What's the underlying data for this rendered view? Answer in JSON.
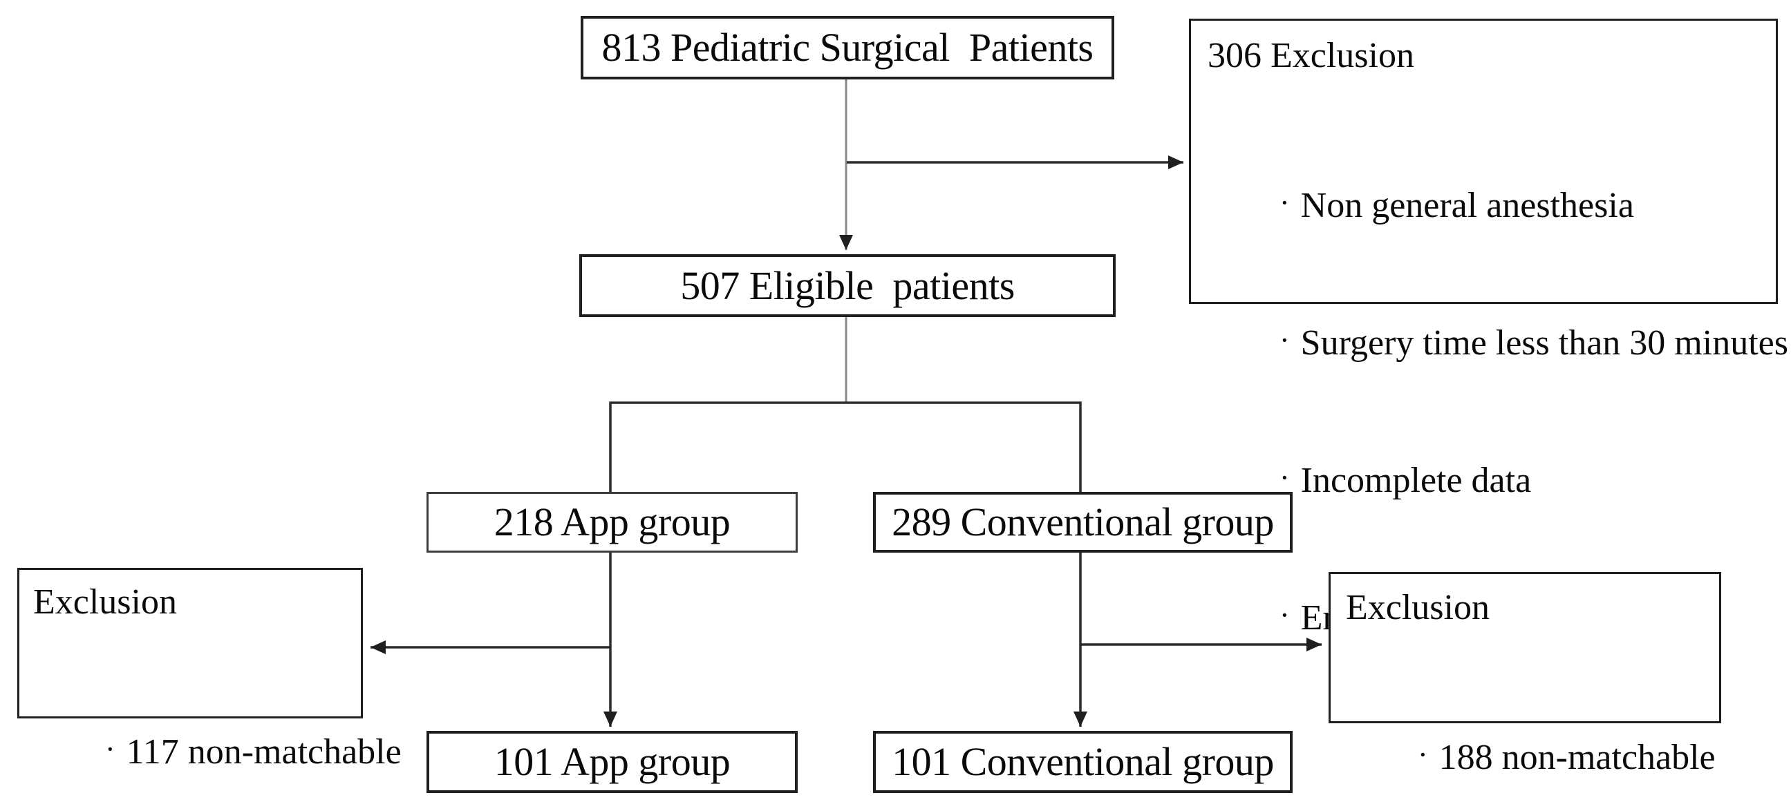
{
  "figure": {
    "type": "patient-flow-diagram",
    "colors": {
      "background": "#ffffff",
      "text": "#0a0a0a",
      "box_border": "#1f1f1f",
      "connector_dark": "#2b2b2b",
      "connector_light": "#8a8a8a"
    },
    "glyphs": {
      "bullet": "·"
    },
    "boxes": {
      "total": {
        "label": "813 Pediatric Surgical  Patients"
      },
      "exclusion_top": {
        "title": "306 Exclusion",
        "items": [
          "Non general anesthesia",
          "Surgery time less than 30 minutes",
          "Incomplete data",
          "Emergent surgery"
        ]
      },
      "eligible": {
        "label": "507 Eligible  patients"
      },
      "app_group": {
        "label": "218 App group"
      },
      "conventional_group": {
        "label": "289 Conventional group"
      },
      "exclusion_app": {
        "title": "Exclusion",
        "items": [
          "117 non-matchable"
        ]
      },
      "exclusion_conventional": {
        "title": "Exclusion",
        "items": [
          "188 non-matchable"
        ]
      },
      "app_group_matched": {
        "label": "101 App group"
      },
      "conventional_group_matched": {
        "label": "101 Conventional group"
      }
    }
  }
}
